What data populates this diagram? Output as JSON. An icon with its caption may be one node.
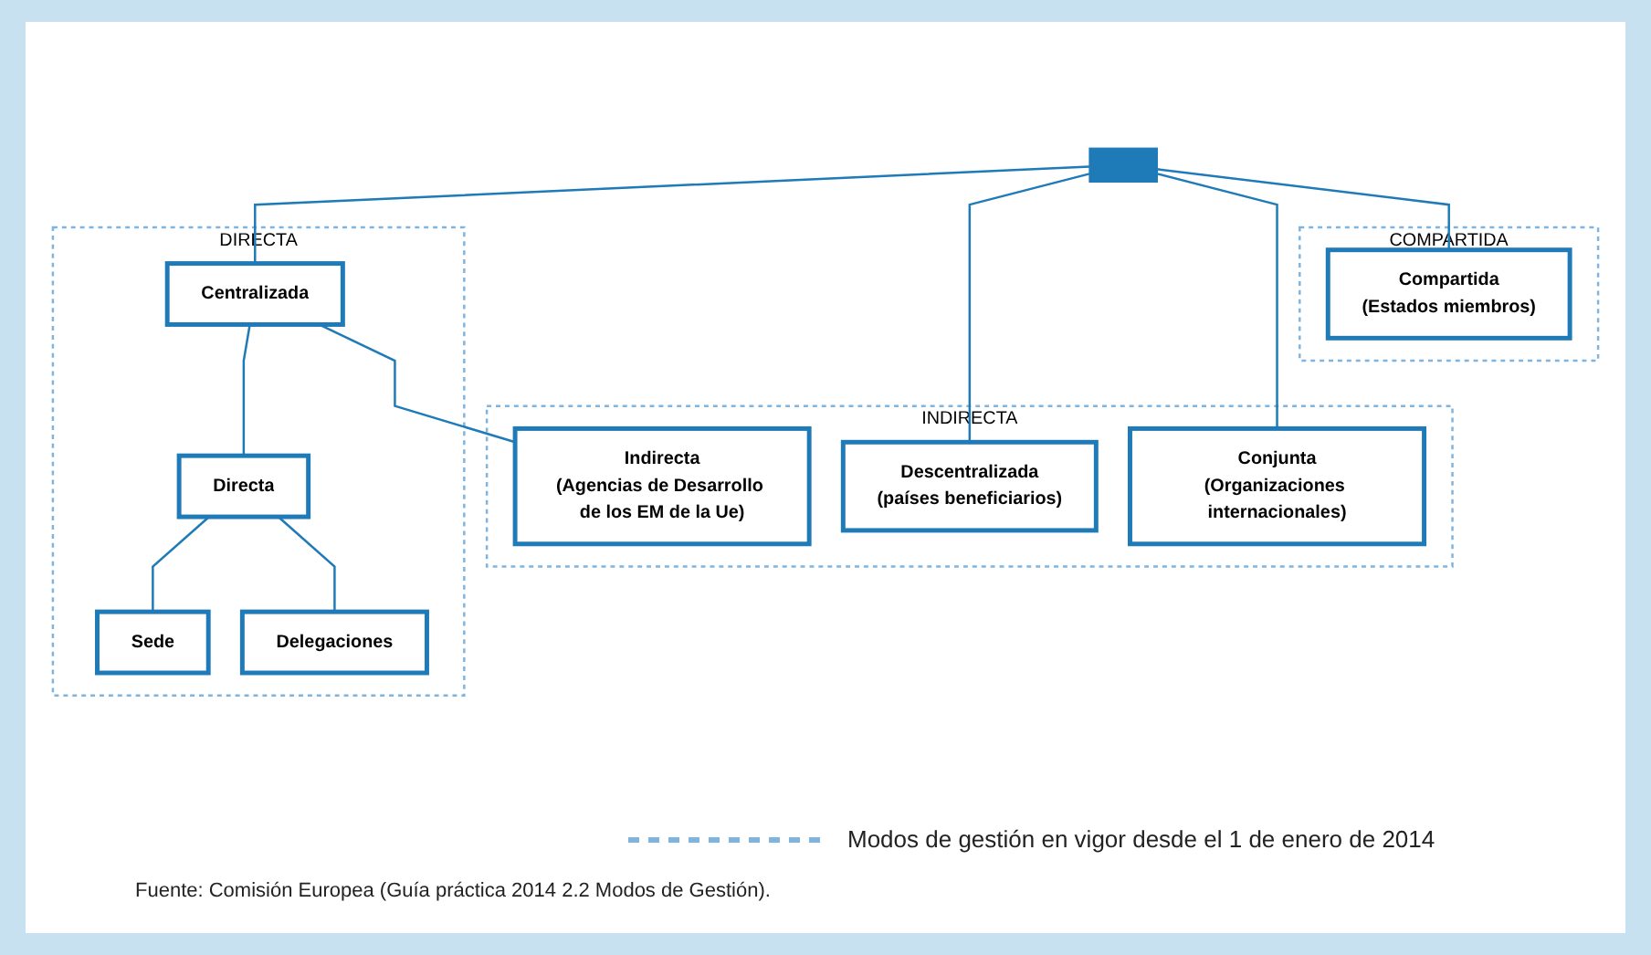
{
  "diagram": {
    "caption": "Fuente: Comisión Europea (Guía práctica 2014 2.2 Modos de Gestión).",
    "nodes": [
      {
        "text": [],
        "shape": "bar"
      },
      {
        "text": [
          "DIRECTA"
        ]
      },
      {
        "text": [
          "Centralizada"
        ],
        "in": 1
      },
      {
        "text": [
          "Directa"
        ],
        "in": 1
      },
      {
        "text": [
          "Sede"
        ],
        "in": 1
      },
      {
        "text": [
          "Delegaciones"
        ],
        "in": 1
      },
      {
        "text": [
          "INDIRECTA"
        ]
      },
      {
        "text": [
          "Descentralizada",
          "(países beneficiarios)"
        ],
        "in": 6
      },
      {
        "text": [
          "Conjunta",
          "(Organizaciones internacionales)"
        ],
        "in": 6
      },
      {
        "text": [
          "Indirecta",
          "(Agencias de Desarrollo de los EM de la Ue)"
        ],
        "in": 6
      },
      {
        "text": [
          "COMPARTIDA"
        ]
      },
      {
        "text": [
          "Compartida",
          "(Estados miembros)"
        ],
        "in": 10
      }
    ],
    "edges": [
      {
        "from": 0,
        "to": 2,
        "arrow": "none"
      },
      {
        "from": 0,
        "to": 7,
        "arrow": "none"
      },
      {
        "from": 0,
        "to": 8,
        "arrow": "none"
      },
      {
        "from": 0,
        "to": 11,
        "arrow": "none"
      },
      {
        "from": 2,
        "to": 3,
        "arrow": "none"
      },
      {
        "from": 2,
        "to": 9,
        "arrow": "none"
      },
      {
        "from": 3,
        "to": 4,
        "arrow": "none"
      },
      {
        "from": 3,
        "to": 5,
        "arrow": "none"
      }
    ],
    "legend": [
      {
        "text": "Modos de gestión en vigor desde el 1 de enero de 2014"
      }
    ]
  }
}
